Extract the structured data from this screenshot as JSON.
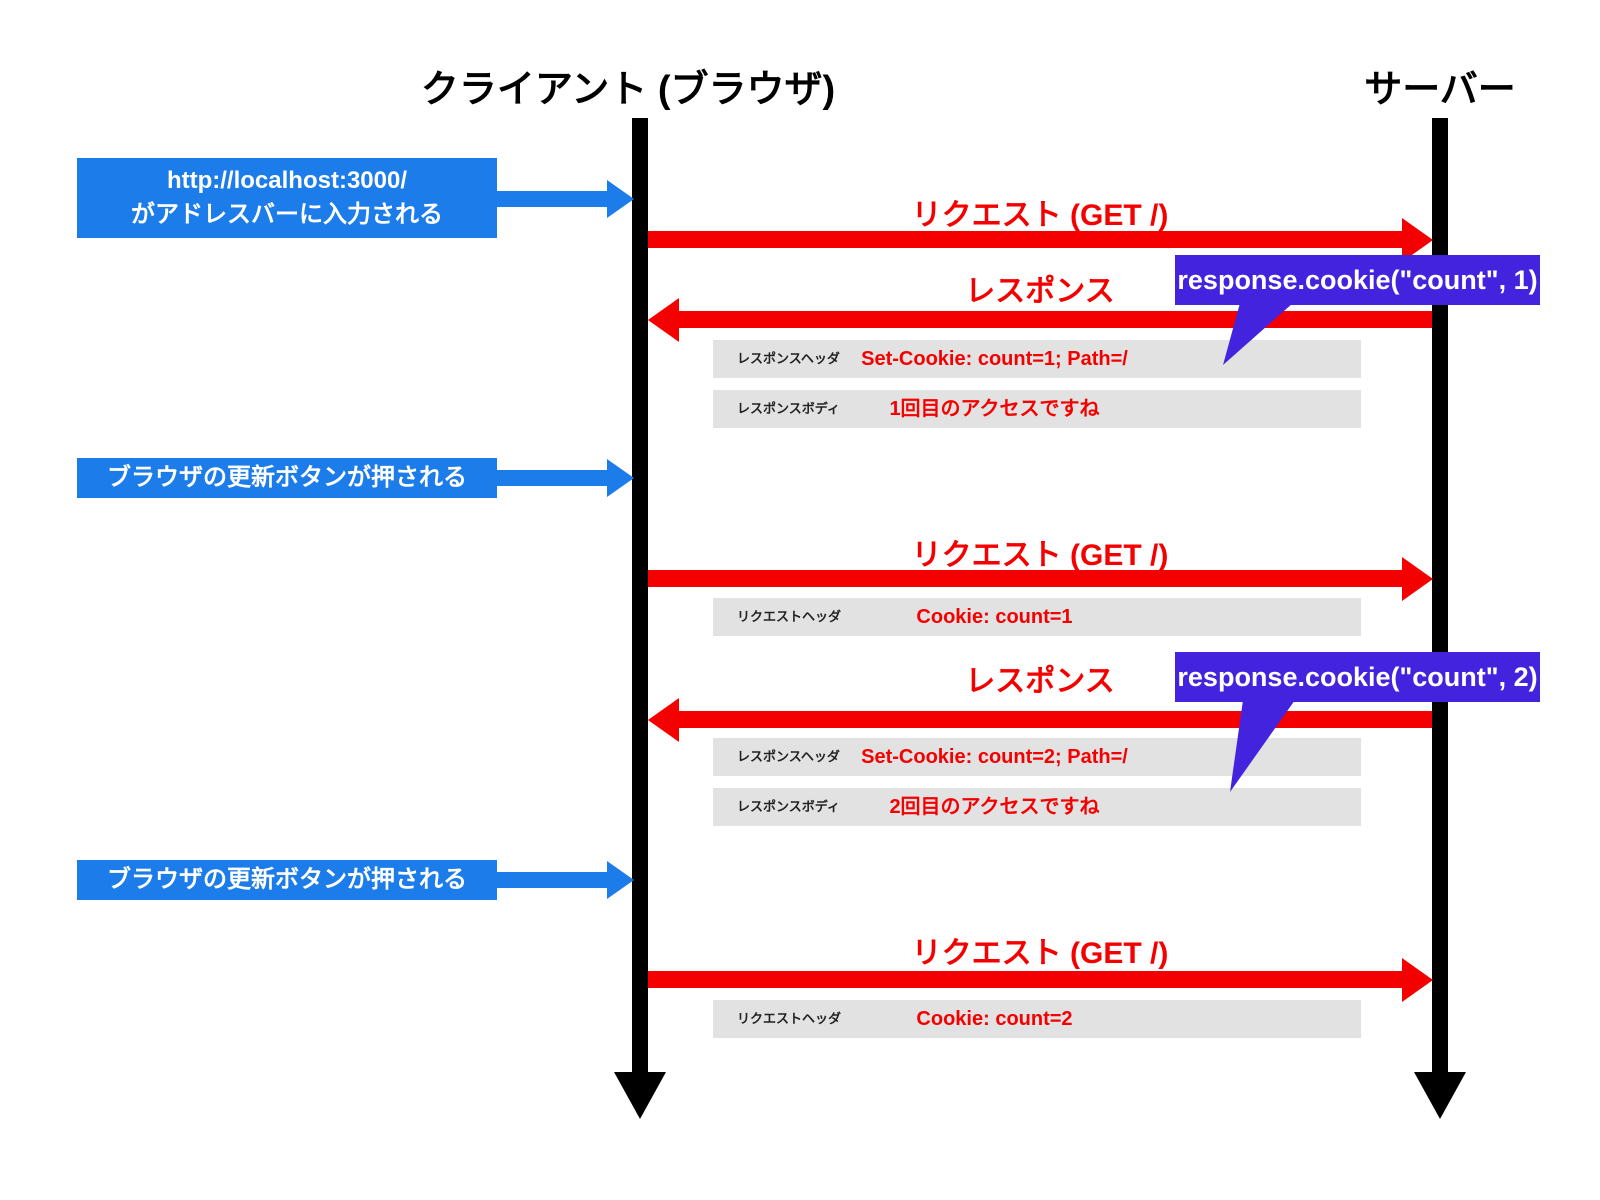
{
  "actors": {
    "client": {
      "label": "クライアント (ブラウザ)"
    },
    "server": {
      "label": "サーバー"
    }
  },
  "events": [
    {
      "line1": "http://localhost:3000/",
      "line2": "がアドレスバーに入力される"
    },
    {
      "line1": "ブラウザの更新ボタンが押される"
    },
    {
      "line1": "ブラウザの更新ボタンが押される"
    }
  ],
  "messages": [
    {
      "label": "リクエスト (GET /)",
      "direction": "right"
    },
    {
      "label": "レスポンス",
      "direction": "left"
    },
    {
      "label": "リクエスト (GET /)",
      "direction": "right"
    },
    {
      "label": "レスポンス",
      "direction": "left"
    },
    {
      "label": "リクエスト (GET /)",
      "direction": "right"
    }
  ],
  "callouts": [
    {
      "code": "response.cookie(\"count\", 1)"
    },
    {
      "code": "response.cookie(\"count\", 2)"
    }
  ],
  "detail_rows": [
    {
      "label": "レスポンスヘッダ",
      "value": "Set-Cookie: count=1; Path=/"
    },
    {
      "label": "レスポンスボディ",
      "value": "1回目のアクセスですね"
    },
    {
      "label": "リクエストヘッダ",
      "value": "Cookie: count=1"
    },
    {
      "label": "レスポンスヘッダ",
      "value": "Set-Cookie: count=2; Path=/"
    },
    {
      "label": "レスポンスボディ",
      "value": "2回目のアクセスですね"
    },
    {
      "label": "リクエストヘッダ",
      "value": "Cookie: count=2"
    }
  ],
  "colors": {
    "event_blue": "#1c7ce9",
    "callout_purple": "#4423df",
    "message_red": "#f50000",
    "row_gray": "#e2e2e2",
    "lifeline_black": "#000000"
  }
}
